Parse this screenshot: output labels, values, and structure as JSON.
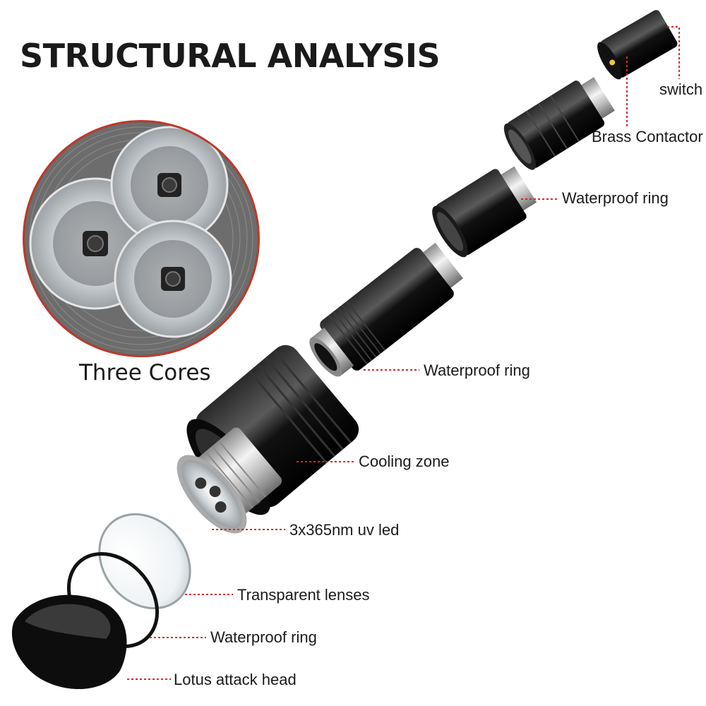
{
  "title": "STRUCTURAL ANALYSIS",
  "inset_caption": "Three Cores",
  "callouts": {
    "switch": "switch",
    "brass_contactor": "Brass Contactor",
    "waterproof_ring_tail": "Waterproof ring",
    "waterproof_ring_body": "Waterproof ring",
    "cooling_zone": "Cooling zone",
    "led": "3x365nm uv led",
    "lenses": "Transparent lenses",
    "waterproof_ring_head": "Waterproof ring",
    "attack_head": "Lotus attack head"
  },
  "colors": {
    "leader_line": "#d62828",
    "inset_border": "#c0392b"
  }
}
